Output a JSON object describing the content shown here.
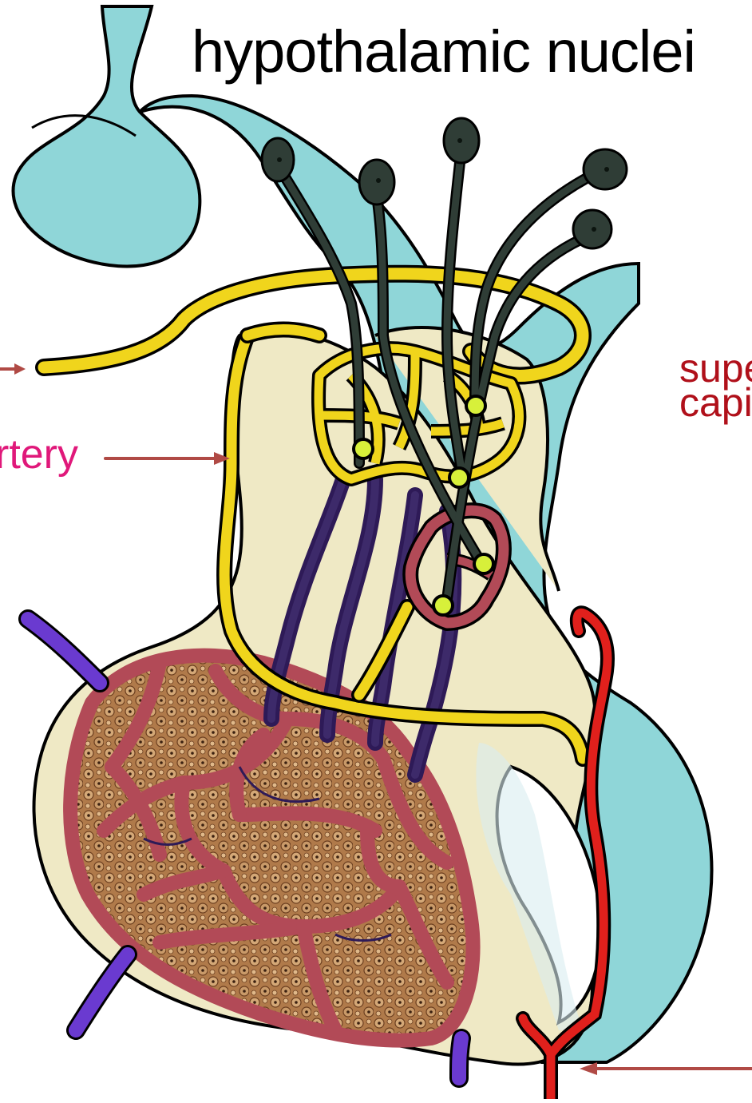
{
  "title": "hypothalamic nuclei",
  "labels": {
    "artery": "rtery",
    "superior_line1": "supe",
    "superior_line2": "capi"
  },
  "colors": {
    "ventricle": "#8fd6d8",
    "gland": "#efe9c5",
    "artery": "#f0d51c",
    "portal_vessel": "#b24a57",
    "vein": "#2e1a57",
    "neuron": "#2f3d36",
    "terminal": "#d7f03a",
    "red_artery": "#e0201c",
    "arrow": "#b04a45",
    "label_pink": "#e0187a",
    "label_red": "#b0101a"
  },
  "icons": [
    "neuron-cell-body-icon",
    "axon-terminal-icon",
    "arrow-icon"
  ]
}
